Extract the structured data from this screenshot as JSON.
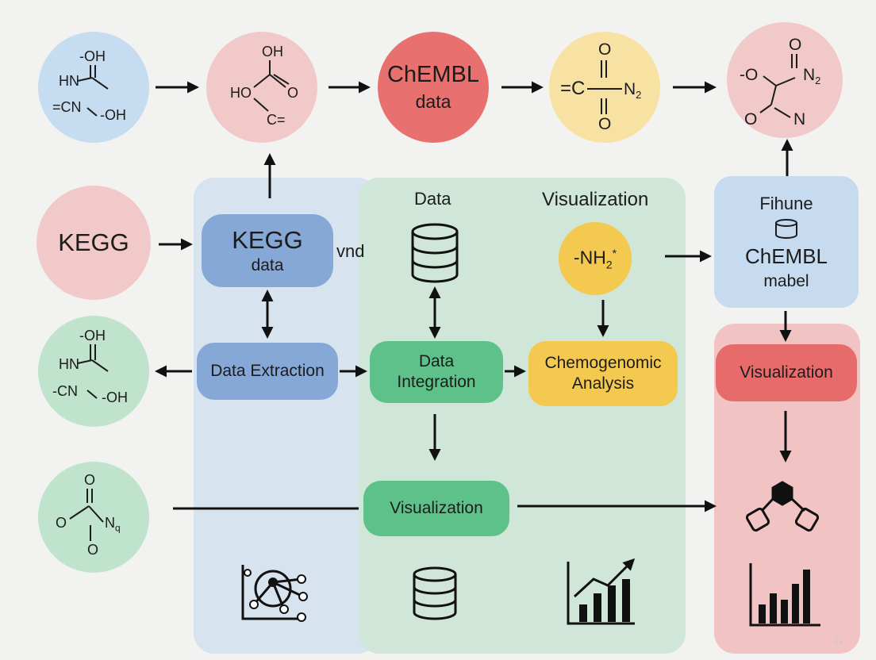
{
  "top_row": {
    "c2_oh": "OH",
    "c2_ho": "HO",
    "c2_o": "O",
    "c2_c": "C=",
    "c3_line1": "ChEMBL",
    "c3_line2": "data",
    "c4_o_top": "O",
    "c4_c": "=C",
    "c4_n": "N",
    "c4_sub": "2",
    "c4_o_bot": "O",
    "c5_o_top": "O",
    "c5_om": "-O",
    "c5_n2": "N",
    "c5_n2_sub": "2",
    "c5_o_bot": "O",
    "c5_n": "N"
  },
  "molecule_a": {
    "oh": "-OH",
    "hn": "HN",
    "cn": "=CN",
    "oh2": "-OH"
  },
  "kegg_circle": "KEGG",
  "molecule_b": {
    "oh": "-OH",
    "hn": "HN",
    "cn": "-CN",
    "oh2": "-OH"
  },
  "molecule_c": {
    "o_top": "O",
    "o": "O",
    "n": "N",
    "n_sub": "q",
    "o_bot": "O"
  },
  "blue_panel": {
    "kegg_title": "KEGG",
    "kegg_sub": "data",
    "side_label": "vnd",
    "extraction": "Data Extraction"
  },
  "green_panel": {
    "data_label": "Data",
    "viz_label": "Visualization",
    "nh2_main": "-NH",
    "nh2_sub": "2",
    "nh2_sup": "*",
    "integration_1": "Data",
    "integration_2": "Integration",
    "chemo_1": "Chemogenomic",
    "chemo_2": "Analysis",
    "visualization_box": "Visualization"
  },
  "right_column": {
    "fihune_1": "Fihune",
    "fihune_2": "ChEMBL",
    "fihune_3": "mabel",
    "visualization_red": "Visualization"
  },
  "watermark": "G",
  "colors": {
    "background": "#f2f2f1",
    "blue_panel": "#d8e3f0",
    "green_panel": "#cfe6d9",
    "red_panel": "#f2c3c3",
    "circle_blue": "#c6dcf0",
    "circle_pink": "#f2c9c9",
    "circle_red": "#e8716f",
    "circle_yellow": "#f8e2a3",
    "circle_green": "#bfe3cd",
    "box_blue": "#86a8d6",
    "box_green": "#5ec189",
    "box_yellow": "#f4c94f",
    "box_red": "#e86b6b",
    "box_light_blue": "#c6dbf0"
  }
}
